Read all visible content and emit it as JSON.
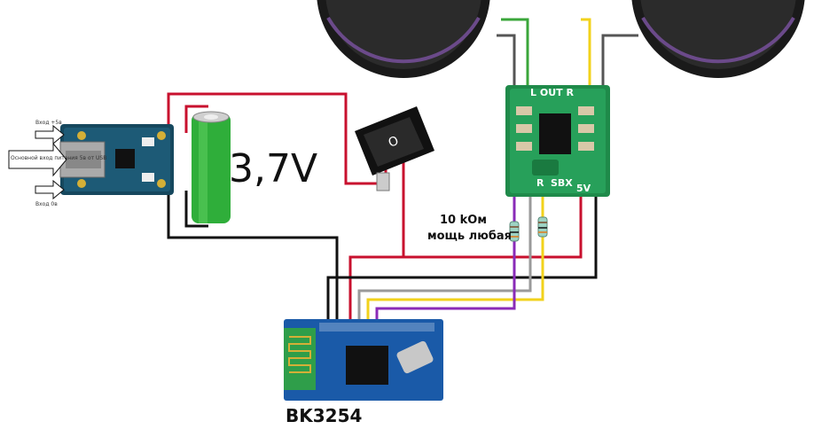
{
  "charger": {
    "in5v_label": "Вход +5в",
    "main_input_label": "Основной вход питания 5в от USB",
    "in0v_label": "Вход 0в"
  },
  "battery": {
    "voltage_label": "3,7V"
  },
  "resistor": {
    "value_label": "10 kOм",
    "power_label": "мощь любая"
  },
  "amplifier": {
    "out_label": "L OUT R",
    "brand_label": "SBX",
    "r_label": "R",
    "power_label": "5V"
  },
  "module": {
    "name": "BK3254"
  },
  "colors": {
    "red_wire": "#c8102e",
    "black_wire": "#111111",
    "green_wire": "#3aa63a",
    "gray_wire": "#9a9a9a",
    "yellow_wire": "#f2d21b",
    "purple_wire": "#8a2bb8",
    "board_green": "#1f8a4a",
    "module_blue": "#1a5aa8",
    "battery_green": "#2fae3a"
  }
}
